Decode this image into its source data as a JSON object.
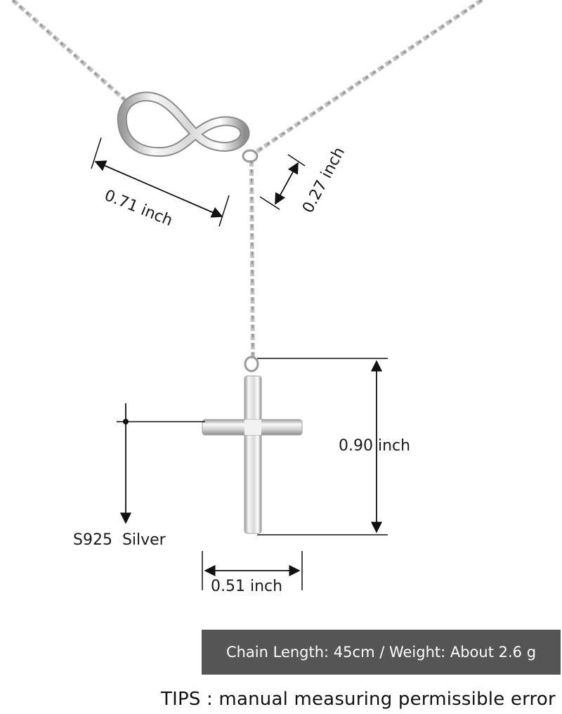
{
  "product": {
    "name": "Infinity cross lariat necklace",
    "material_label": "S925  Silver",
    "colors": {
      "metal_light": "#f4f4f4",
      "metal_mid": "#c9c9c9",
      "metal_dark": "#8a8a8a",
      "line": "#111111",
      "bar_bg": "#555555"
    }
  },
  "dimensions": {
    "infinity_width": "0.71 inch",
    "ring_height": "0.27 inch",
    "cross_height": "0.90 inch",
    "cross_width": "0.51 inch"
  },
  "spec_bar": {
    "text": "Chain Length: 45cm / Weight: About 2.6 g"
  },
  "tips": {
    "text": "TIPS : manual measuring permissible error"
  }
}
